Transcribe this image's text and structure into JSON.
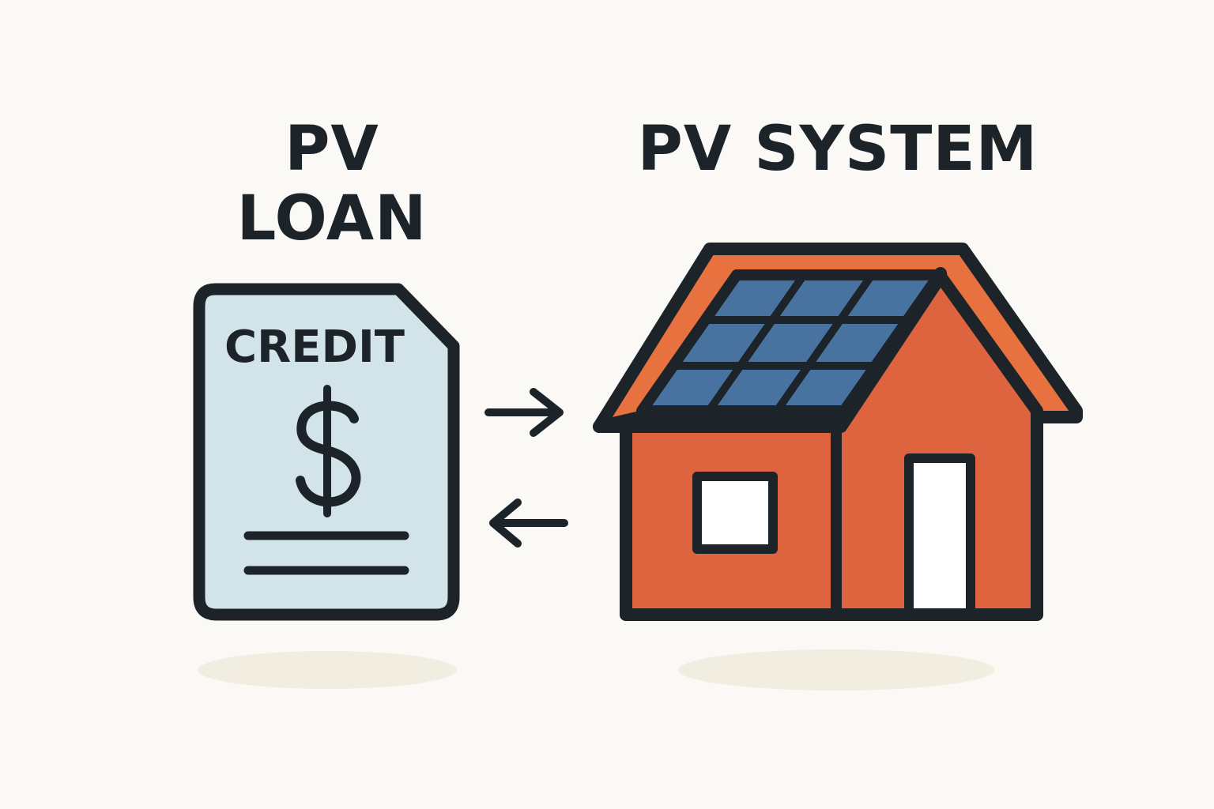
{
  "loan": {
    "title_line1": "PV",
    "title_line2": "LOAN",
    "document": {
      "label": "CREDIT",
      "symbol": "$",
      "icon": "credit-document-icon"
    }
  },
  "system": {
    "title": "PV SYSTEM",
    "icon": "house-with-solar-panels-icon"
  },
  "flows": [
    {
      "direction": "loan-to-system",
      "icon": "arrow-right-icon"
    },
    {
      "direction": "system-to-loan",
      "icon": "arrow-left-icon"
    }
  ],
  "colors": {
    "background": "#FAF9F6",
    "ink": "#1C2329",
    "document_fill": "#D3E3EA",
    "house_wall": "#DE6440",
    "roof": "#E77240",
    "solar_panel": "#48729F",
    "shadow": "#F1EDE1"
  }
}
